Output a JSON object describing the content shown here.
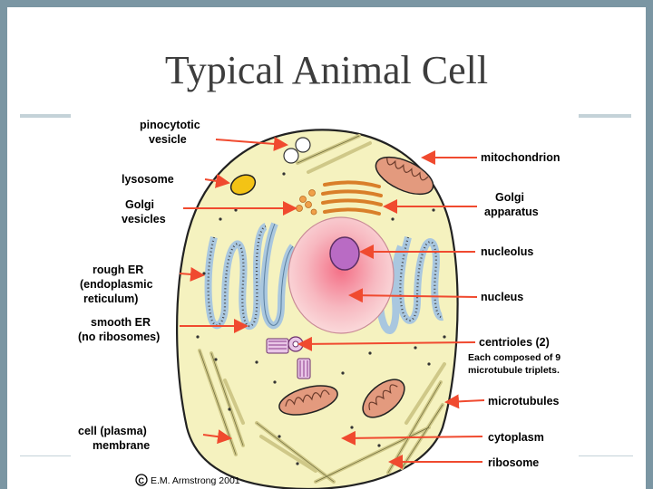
{
  "slide": {
    "title": "Typical  Animal Cell"
  },
  "figure": {
    "labels": {
      "pinocytotic_vesicle": [
        "pinocytotic",
        "vesicle"
      ],
      "lysosome": "lysosome",
      "golgi_vesicles": [
        "Golgi",
        "vesicles"
      ],
      "rough_er": [
        "rough ER",
        "(endoplasmic",
        "reticulum)"
      ],
      "smooth_er": [
        "smooth ER",
        "(no ribosomes)"
      ],
      "cell_membrane": [
        "cell (plasma)",
        "membrane"
      ],
      "mitochondrion": "mitochondrion",
      "golgi_apparatus": [
        "Golgi",
        "apparatus"
      ],
      "nucleolus": "nucleolus",
      "nucleus": "nucleus",
      "centrioles": "centrioles (2)",
      "centrioles_note": [
        "Each composed of 9",
        "microtubule triplets."
      ],
      "microtubules": "microtubules",
      "cytoplasm": "cytoplasm",
      "ribosome": "ribosome"
    },
    "credit": "E.M. Armstrong 2001",
    "copyright_symbol": "C"
  },
  "colors": {
    "cytoplasm": "#f5f2bf",
    "nucleus": "#f7b8c0",
    "nucleolus": "#b96bc4",
    "er": "#a9c7df",
    "golgi": "#f0a04a",
    "lysosome": "#f3c315",
    "mitochondria": "#e39a7e",
    "arrow": "#f04a2f",
    "microtubule": "#cfc888"
  }
}
